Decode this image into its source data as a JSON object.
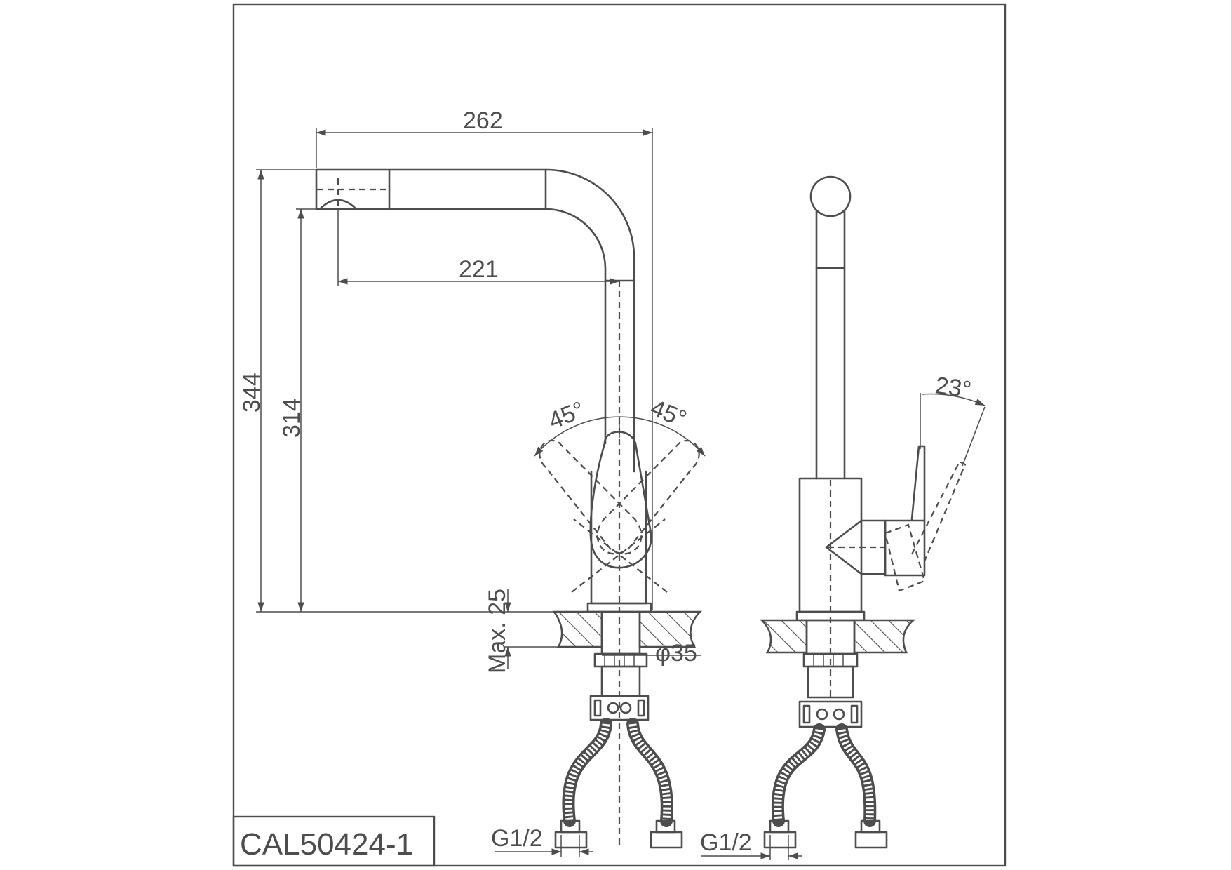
{
  "model_code": "CAL50424-1",
  "dimensions": {
    "spout_reach_total": "262",
    "spout_reach_axis": "221",
    "total_height": "344",
    "outlet_height": "314",
    "handle_angle_left": "45°",
    "handle_angle_right": "45°",
    "lever_tilt_angle": "23°",
    "max_deck_thickness": "Max. 25",
    "mounting_hole_diameter": "φ35",
    "inlet_thread_front": "G1/2",
    "inlet_thread_side": "G1/2"
  },
  "colors": {
    "line": "#4d4d4d",
    "background": "#ffffff"
  }
}
